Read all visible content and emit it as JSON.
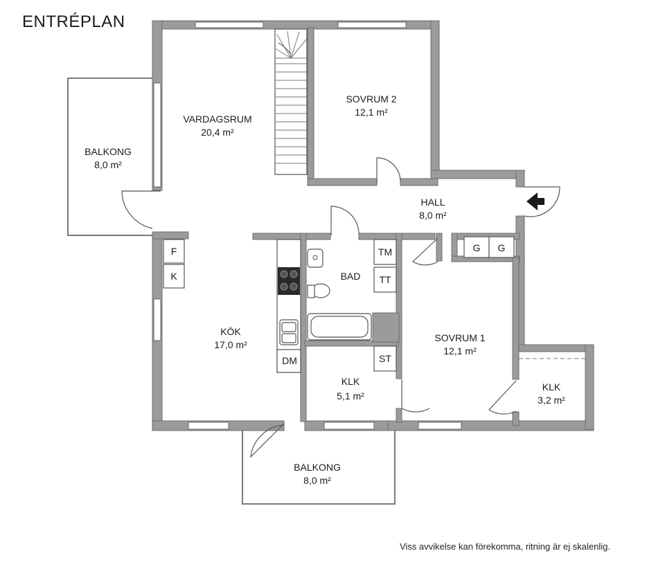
{
  "header": {
    "title": "ENTRÉPLAN"
  },
  "footer": {
    "note": "Viss avvikelse kan förekomma, ritning är ej skalenlig."
  },
  "rooms": {
    "vardagsrum": {
      "name": "VARDAGSRUM",
      "area": "20,4 m²"
    },
    "sovrum2": {
      "name": "SOVRUM 2",
      "area": "12,1 m²"
    },
    "balkong_w": {
      "name": "BALKONG",
      "area": "8,0 m²"
    },
    "hall": {
      "name": "HALL",
      "area": "8,0 m²"
    },
    "bad": {
      "name": "BAD",
      "area": ""
    },
    "kok": {
      "name": "KÖK",
      "area": "17,0 m²"
    },
    "sovrum1": {
      "name": "SOVRUM 1",
      "area": "12,1 m²"
    },
    "klk_small": {
      "name": "KLK",
      "area": "5,1 m²"
    },
    "klk_right": {
      "name": "KLK",
      "area": "3,2 m²"
    },
    "balkong_s": {
      "name": "BALKONG",
      "area": "8,0 m²"
    }
  },
  "fixtures": {
    "f": "F",
    "k": "K",
    "dm": "DM",
    "tm": "TM",
    "tt": "TT",
    "st": "ST",
    "g1": "G",
    "g2": "G"
  },
  "colors": {
    "wall": "#9b9b9b",
    "background": "#ffffff"
  },
  "icons": {
    "entrance": "entrance-arrow-icon"
  }
}
